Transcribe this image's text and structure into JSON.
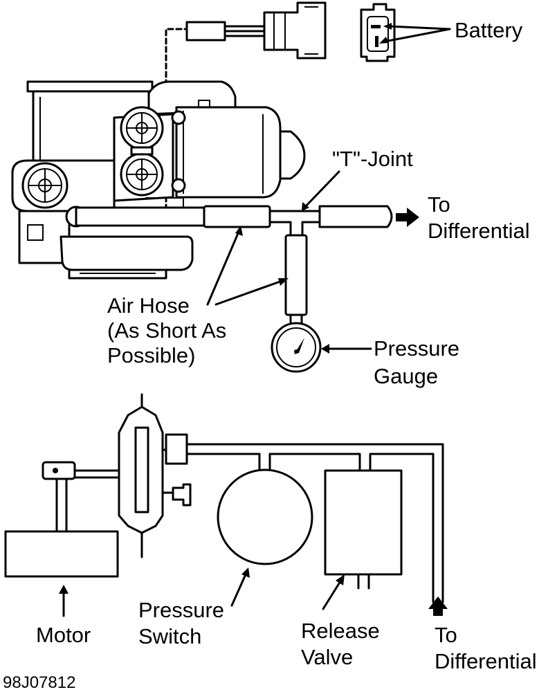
{
  "labels": {
    "battery": "Battery",
    "t_joint": "\"T\"-Joint",
    "to_diff_top_1": "To",
    "to_diff_top_2": "Differential",
    "air_hose_1": "Air Hose",
    "air_hose_2": "(As Short As",
    "air_hose_3": "Possible)",
    "pressure_gauge_1": "Pressure",
    "pressure_gauge_2": "Gauge",
    "motor": "Motor",
    "pressure_switch_1": "Pressure",
    "pressure_switch_2": "Switch",
    "release_valve_1": "Release",
    "release_valve_2": "Valve",
    "to_diff_bottom_1": "To",
    "to_diff_bottom_2": "Differential"
  },
  "figure_ref": "98J07812"
}
